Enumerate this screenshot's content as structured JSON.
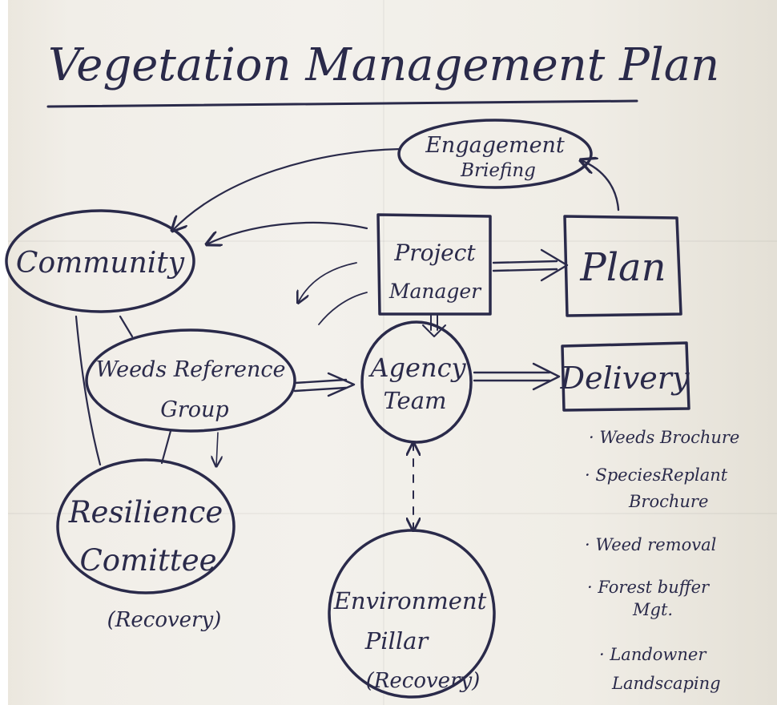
{
  "title": "Vegetation Management Plan",
  "nodes": {
    "engagement": [
      "Engagement",
      "Briefing"
    ],
    "community": "Community",
    "project_manager": [
      "Project",
      "Manager"
    ],
    "plan": "Plan",
    "weeds_group": [
      "Weeds Reference",
      "Group"
    ],
    "agency_team": [
      "Agency",
      "Team"
    ],
    "delivery": "Delivery",
    "resilience": [
      "Resilience",
      "Comittee"
    ],
    "resilience_note": "(Recovery)",
    "environment": [
      "Environment",
      "Pillar"
    ],
    "environment_note": "(Recovery)"
  },
  "deliverables": [
    "· Weeds Brochure",
    "· SpeciesReplant",
    "Brochure",
    "· Weed removal",
    "· Forest buffer",
    "Mgt.",
    "· Landowner",
    "Landscaping"
  ],
  "colors": {
    "ink": "#2a2a4a",
    "paper": "#f2efe9"
  }
}
